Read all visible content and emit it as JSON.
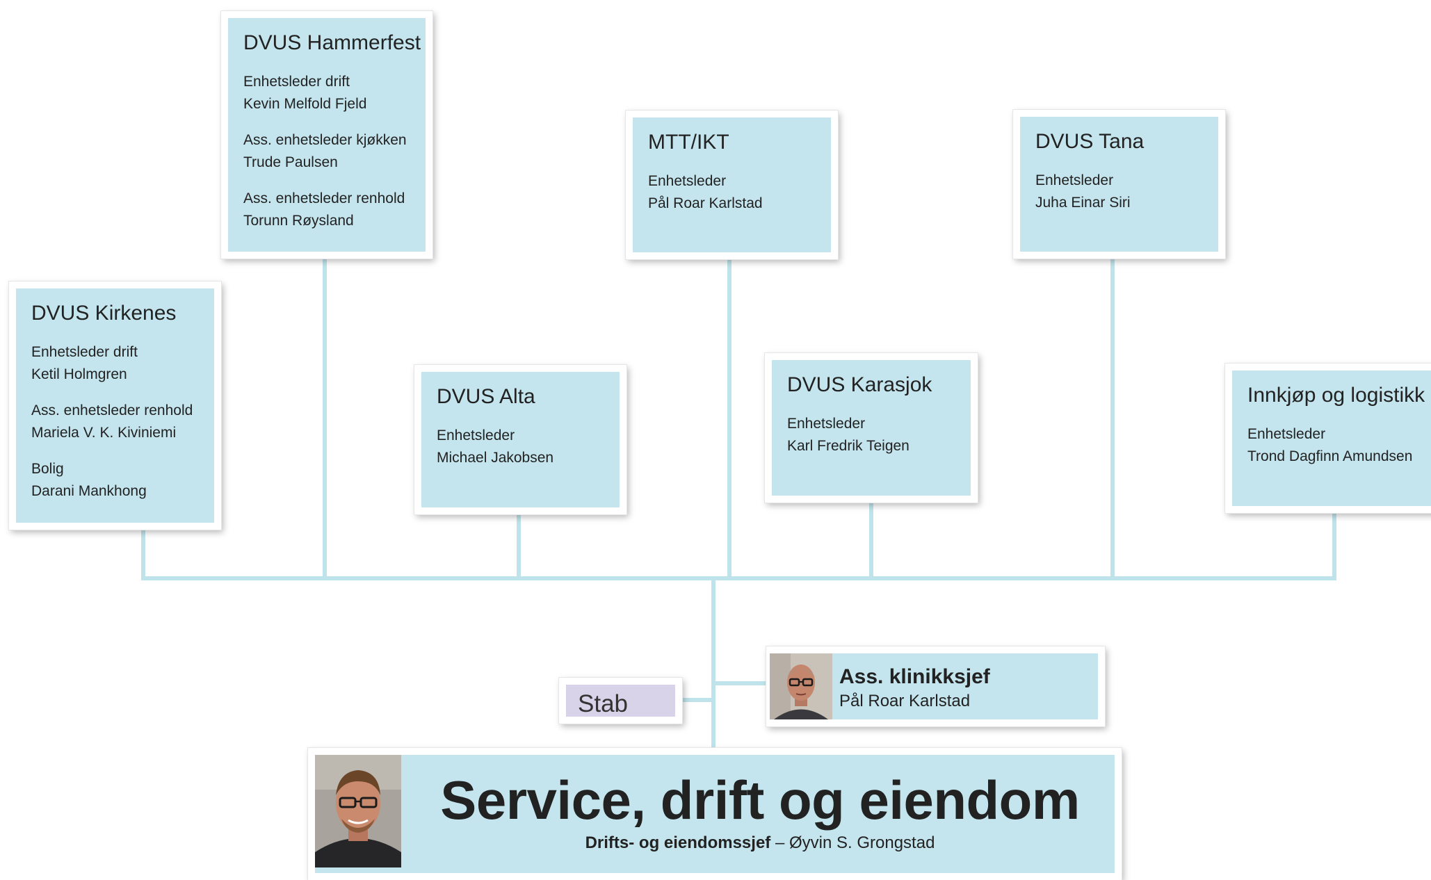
{
  "units": {
    "hammerfest": {
      "title": "DVUS Hammerfest",
      "roles": [
        {
          "role": "Enhetsleder drift",
          "name": "Kevin Melfold Fjeld"
        },
        {
          "role": "Ass. enhetsleder kjøkken",
          "name": "Trude Paulsen"
        },
        {
          "role": "Ass. enhetsleder renhold",
          "name": "Torunn Røysland"
        }
      ]
    },
    "mtt_ikt": {
      "title": "MTT/IKT",
      "roles": [
        {
          "role": "Enhetsleder",
          "name": "Pål Roar Karlstad"
        }
      ]
    },
    "tana": {
      "title": "DVUS Tana",
      "roles": [
        {
          "role": "Enhetsleder",
          "name": "Juha Einar Siri"
        }
      ]
    },
    "kirkenes": {
      "title": "DVUS Kirkenes",
      "roles": [
        {
          "role": "Enhetsleder drift",
          "name": "Ketil Holmgren"
        },
        {
          "role": "Ass. enhetsleder renhold",
          "name": "Mariela V. K. Kiviniemi"
        },
        {
          "role": "Bolig",
          "name": "Darani Mankhong"
        }
      ]
    },
    "alta": {
      "title": "DVUS Alta",
      "roles": [
        {
          "role": "Enhetsleder",
          "name": "Michael Jakobsen"
        }
      ]
    },
    "karasjok": {
      "title": "DVUS Karasjok",
      "roles": [
        {
          "role": "Enhetsleder",
          "name": "Karl Fredrik Teigen"
        }
      ]
    },
    "innkjop": {
      "title": "Innkjøp og logistikk",
      "roles": [
        {
          "role": "Enhetsleder",
          "name": "Trond Dagfinn Amundsen"
        }
      ]
    }
  },
  "stab": {
    "label": "Stab"
  },
  "assistant": {
    "title": "Ass. klinikksjef",
    "name": "Pål Roar Karlstad"
  },
  "department": {
    "title": "Service, drift og eiendom",
    "role_label": "Drifts- og eiendomssjef",
    "separator": " – ",
    "leader": "Øyvin S. Grongstad"
  },
  "colors": {
    "box_fill": "#c4e5ee",
    "connector": "#bfe3ea",
    "stab_fill": "#d8d3e8",
    "text": "#222222"
  }
}
